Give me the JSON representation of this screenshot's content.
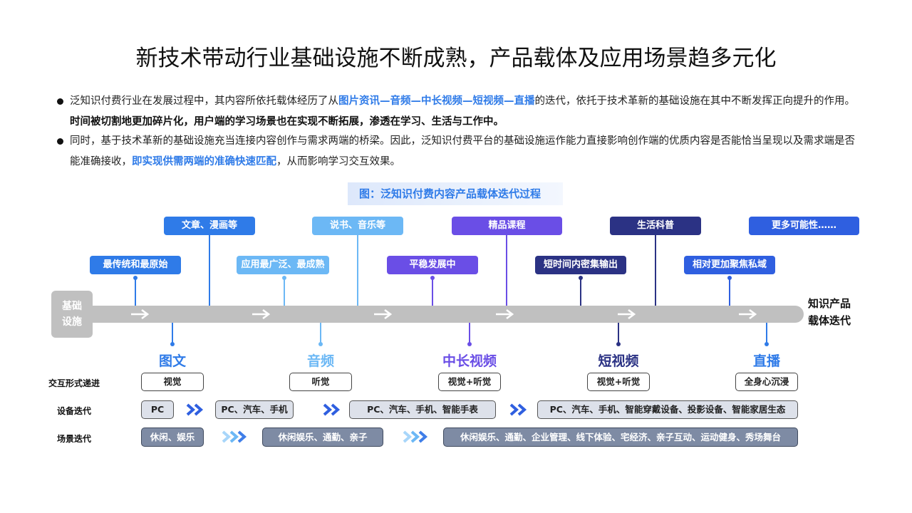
{
  "title": "新技术带动行业基础设施不断成熟，产品载体及应用场景趋多元化",
  "paragraphs": {
    "p1": {
      "a": "泛知识付费行业在发展过程中，其内容所依托载体经历了从",
      "highlight": "图片资讯—音频—中长视频—短视频—直播",
      "b": "的迭代，依托于技术革新的基础设施在其中不断发挥正向提升的作用。",
      "bold": "时间被切割地更加碎片化，用户端的学习场景也在实现不断拓展，渗透在学习、生活与工作中。"
    },
    "p2": {
      "a": "同时，基于技术革新的基础设施充当连接内容创作与需求两端的桥梁。因此，泛知识付费平台的基础设施运作能力直接影响创作端的优质内容是否能恰当呈现以及需求端是否能准确接收，",
      "highlight": "即实现供需两端的准确快速匹配",
      "b": "，从而影响学习交互效果。"
    }
  },
  "figure": {
    "caption": "图：泛知识付费内容产品载体迭代过程",
    "base_label_1": "基础",
    "base_label_2": "设施",
    "end_label_1": "知识产品",
    "end_label_2": "载体迭代",
    "colors": {
      "stage1": "#2f7be8",
      "stage2": "#6cb8f5",
      "stage3": "#6a4ee6",
      "stage4": "#2b3284",
      "stage5": "#2f5fe0",
      "rail": "#c0c0c0"
    },
    "top_tags": [
      {
        "label": "文章、漫画等"
      },
      {
        "label": "说书、音乐等"
      },
      {
        "label": "精品课程"
      },
      {
        "label": "生活科普"
      },
      {
        "label": "更多可能性……"
      }
    ],
    "mid_tags": [
      {
        "label": "最传统和最原始"
      },
      {
        "label": "应用最广泛、最成熟"
      },
      {
        "label": "平稳发展中"
      },
      {
        "label": "短时间内密集输出"
      },
      {
        "label": "相对更加聚焦私域"
      }
    ],
    "stages": [
      {
        "label": "图文"
      },
      {
        "label": "音频"
      },
      {
        "label": "中长视频"
      },
      {
        "label": "短视频"
      },
      {
        "label": "直播"
      }
    ],
    "row_labels": {
      "interaction": "交互形式递进",
      "device": "设备迭代",
      "scene": "场景迭代"
    },
    "interaction": [
      "视觉",
      "听觉",
      "视觉+听觉",
      "视觉+听觉",
      "全身心沉浸"
    ],
    "devices": [
      "PC",
      "PC、汽车、手机",
      "PC、汽车、手机、智能手表",
      "PC、汽车、手机、智能穿戴设备、投影设备、智能家居生态"
    ],
    "scenes": [
      "休闲、娱乐",
      "休闲娱乐、通勤、亲子",
      "休闲娱乐、通勤、企业管理、线下体验、宅经济、亲子互动、运动健身、秀场舞台"
    ]
  }
}
